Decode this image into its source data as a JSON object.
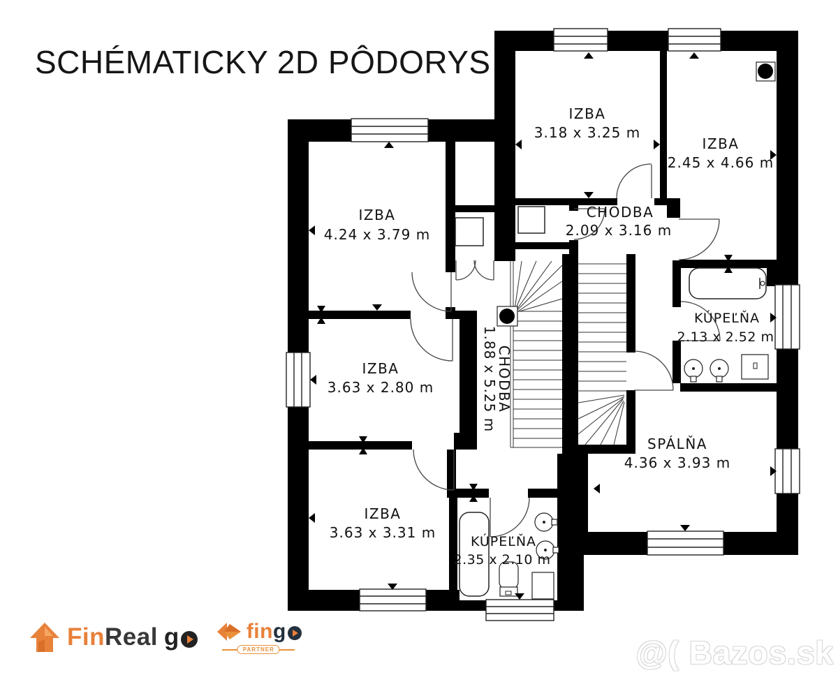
{
  "title": "SCHÉMATICKY 2D PÔDORYS",
  "rooms": [
    {
      "name": "IZBA",
      "dims": "3.18 x 3.25 m"
    },
    {
      "name": "IZBA",
      "dims": "2.45 x 4.66 m"
    },
    {
      "name": "CHODBA",
      "dims": "2.09 x 3.16 m"
    },
    {
      "name": "IZBA",
      "dims": "4.24 x 3.79 m"
    },
    {
      "name": "KÚPEĽŇA",
      "dims": "2.13 x 2.52 m"
    },
    {
      "name": "IZBA",
      "dims": "3.63 x 2.80 m"
    },
    {
      "name": "CHODBA",
      "dims": "1.88 x 5.25 m"
    },
    {
      "name": "SPÁLŇA",
      "dims": "4.36 x 3.93 m"
    },
    {
      "name": "IZBA",
      "dims": "3.63 x 3.31 m"
    },
    {
      "name": "KÚPEĽŇA",
      "dims": "2.35 x 2.10 m"
    }
  ],
  "branding": {
    "finreal": {
      "fin": "Fin",
      "real": "Real",
      "go_g": "g"
    },
    "fingo": {
      "fin": "fin",
      "go_g": "g",
      "partner": "PARTNER"
    }
  },
  "watermark": "@( Bazos.sk",
  "colors": {
    "wall": "#000000",
    "accent_orange": "#e8813a",
    "logo_dark": "#23303d"
  }
}
